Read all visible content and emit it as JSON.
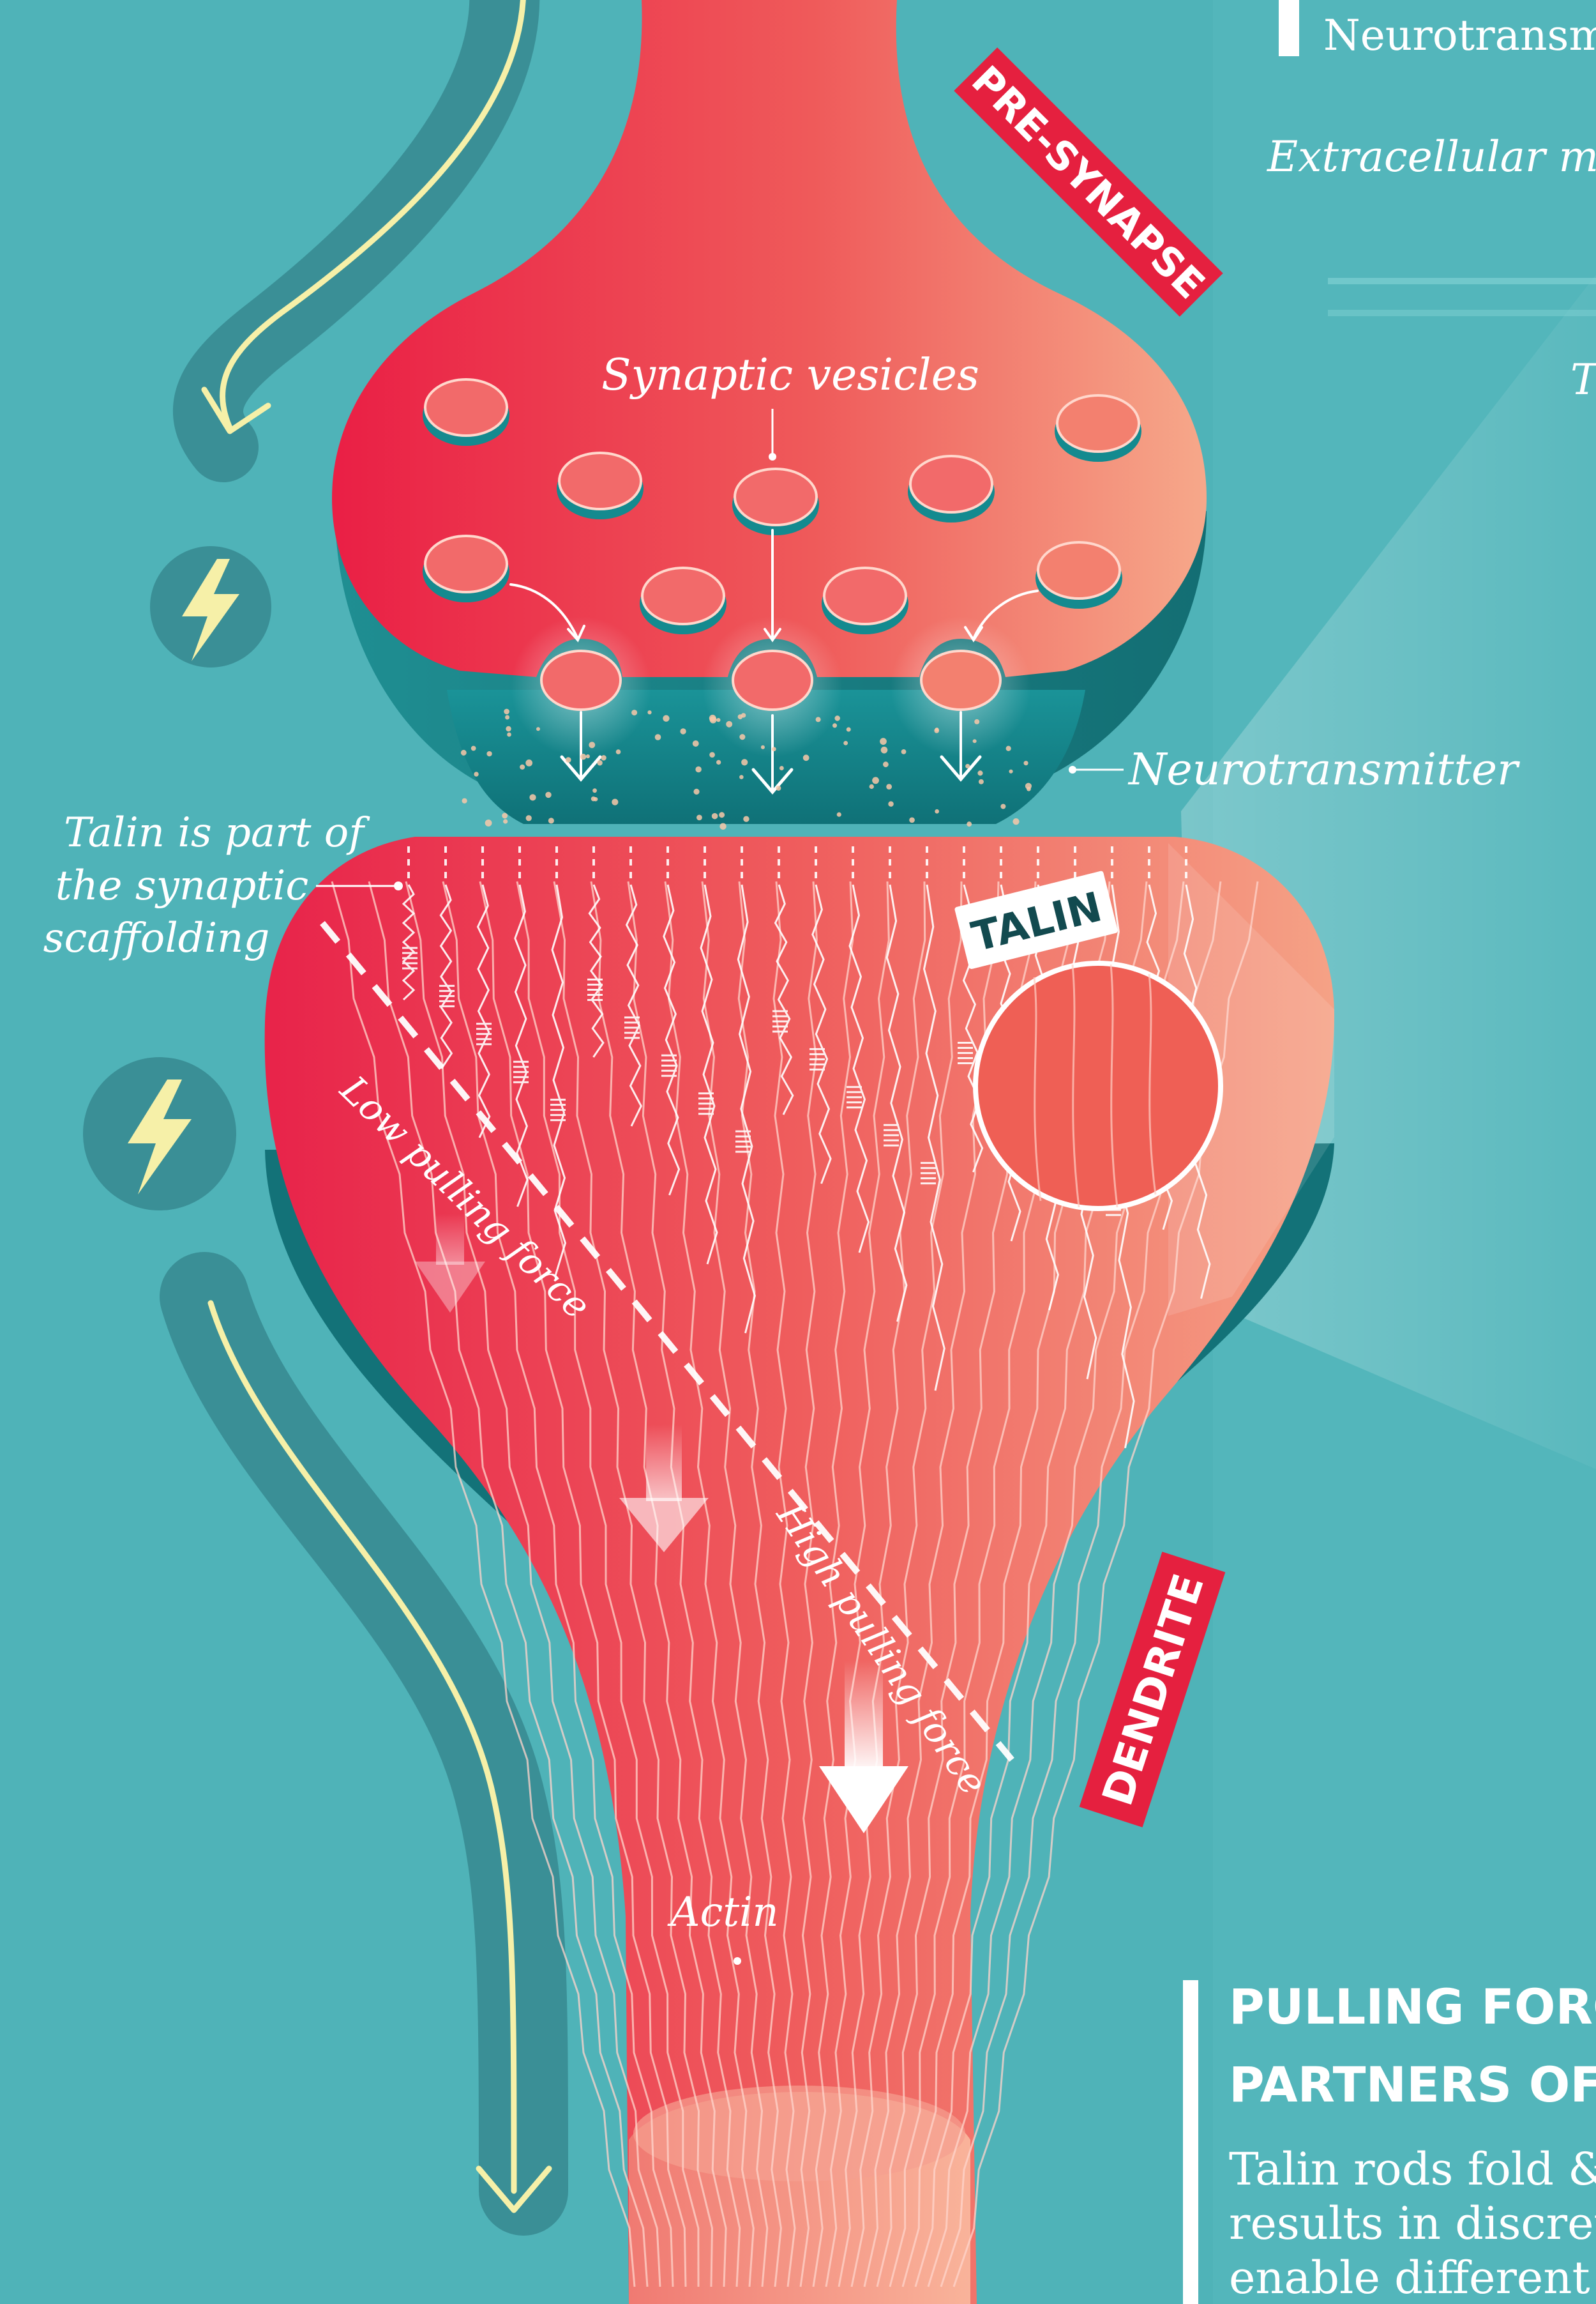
{
  "colors": {
    "background": "#4fb3b8",
    "background_dark": "#3f9ea6",
    "path_teal": "#3a8f96",
    "arrow_yellow": "#f6f0a8",
    "neuron_red": "#ea1f45",
    "neuron_salmon": "#f49a82",
    "banner_red": "#e5203f",
    "talin_dark": "#124a4f"
  },
  "labels": {
    "pre_synapse": "PRE-SYNAPSE",
    "dendrite": "DENDRITE",
    "talin": "TALIN",
    "synaptic_vesicles": "Synaptic vesicles",
    "neurotransmitter": "Neurotransmitter",
    "talin_scaffolding_line1": "Talin is part of",
    "talin_scaffolding_line2": "the synaptic",
    "talin_scaffolding_line3": "scaffolding",
    "low_pulling_force": "Low pulling force",
    "high_pulling_force": "High pulling force",
    "actin": "Actin"
  },
  "legend": {
    "neurotransmitter_cut": "Neurotransm",
    "extracellular_cut": "Extracellular ma",
    "t_cut": "T"
  },
  "panel": {
    "heading_line1": "PULLING FORC",
    "heading_line2": "PARTNERS OF",
    "body_line1": "Talin rods fold &",
    "body_line2": "results in discret",
    "body_line3": "enable different"
  },
  "icons": [
    "lightning-icon",
    "lightning-icon",
    "down-arrow-icon",
    "down-arrow-icon"
  ]
}
